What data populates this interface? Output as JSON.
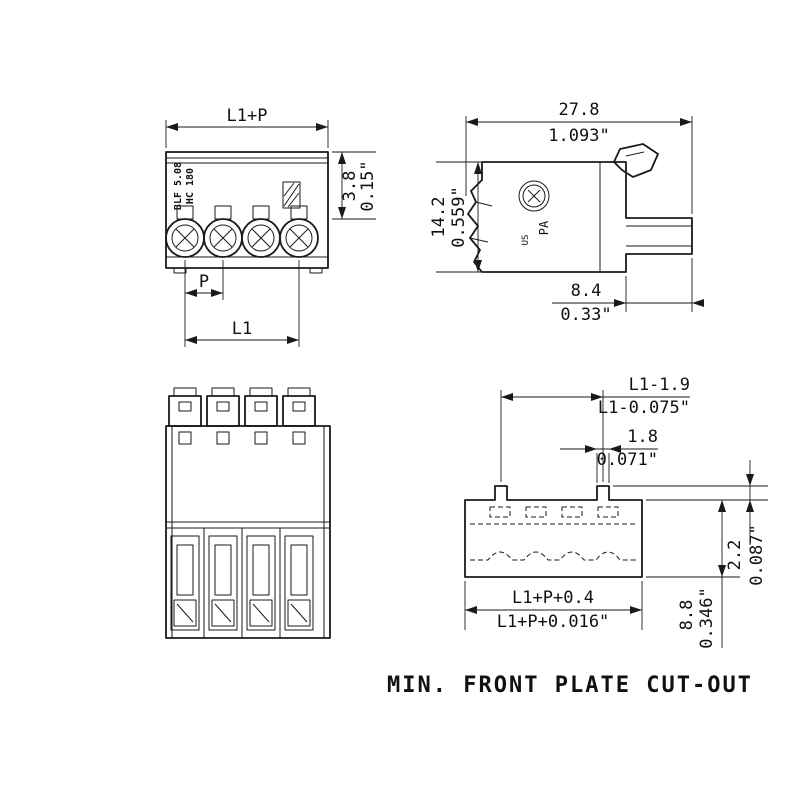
{
  "drawing": {
    "caption": "MIN. FRONT PLATE CUT-OUT",
    "colors": {
      "ink": "#1a1a1a",
      "background": "#ffffff"
    },
    "poles": 4,
    "front_view": {
      "dim_pitch_total": "L1+P",
      "dim_strip_mm": "3.8",
      "dim_strip_in": "0.15\"",
      "dim_pitch": "P",
      "dim_length": "L1",
      "part_label_line1": "BLF 5.08",
      "part_label_line2": "HC 180"
    },
    "side_view": {
      "dim_depth_mm": "27.8",
      "dim_depth_in": "1.093\"",
      "dim_height_mm": "14.2",
      "dim_height_in": "0.559\"",
      "dim_tail_mm": "8.4",
      "dim_tail_in": "0.33\"",
      "marking_material": "PA",
      "marking_cert": "US"
    },
    "cutout_view": {
      "dim_width_mm": "L1-1.9",
      "dim_width_in": "L1-0.075\"",
      "dim_tab_mm": "1.8",
      "dim_tab_in": "0.071\"",
      "dim_tab_height_mm": "2.2",
      "dim_tab_height_in": "0.087\"",
      "dim_height_mm": "8.8",
      "dim_height_in": "0.346\"",
      "dim_total_mm": "L1+P+0.4",
      "dim_total_in": "L1+P+0.016\""
    }
  }
}
